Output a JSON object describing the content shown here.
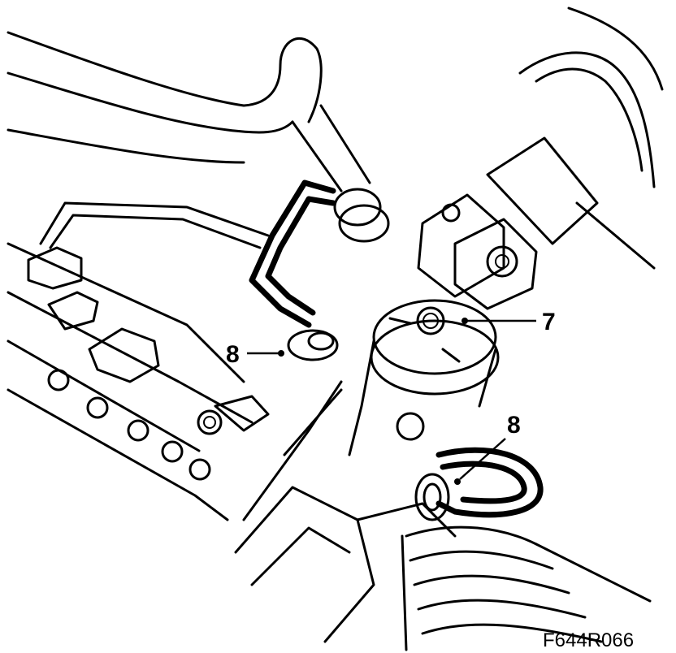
{
  "callouts": {
    "seven": "7",
    "eight_left": "8",
    "eight_right": "8"
  },
  "figure_code": "F644R066"
}
